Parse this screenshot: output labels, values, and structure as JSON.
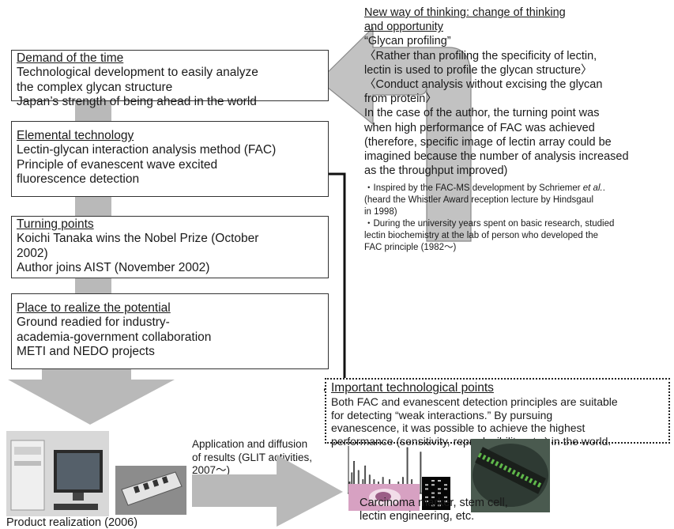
{
  "demand": {
    "title": "Demand of the time",
    "lines": [
      "Technological development to easily analyze",
      "the complex glycan structure",
      "Japan’s strength of being ahead in the world"
    ]
  },
  "elemental": {
    "title": "Elemental technology",
    "lines": [
      "Lectin-glycan interaction analysis method (FAC)",
      "Principle of evanescent wave excited",
      "fluorescence detection"
    ]
  },
  "turning": {
    "title": "Turning points",
    "lines": [
      "Koichi Tanaka wins the Nobel Prize (October",
      "2002)",
      "Author joins AIST (November 2002)"
    ]
  },
  "place": {
    "title": "Place to realize the potential",
    "lines": [
      "Ground readied for industry-",
      "academia-government collaboration",
      "METI and NEDO projects"
    ]
  },
  "new_way": {
    "title_lines": [
      "New way of thinking: change of thinking",
      "and opportunity"
    ],
    "lines": [
      "“Glycan profiling”",
      "〈Rather than profiling the specificity of lectin,",
      "lectin is used to profile the glycan structure〉",
      "〈Conduct analysis without excising the glycan",
      "from protein〉",
      "In the case of the author, the turning point was",
      "when high performance of FAC was achieved",
      "(therefore, specific image of lectin array could be",
      "imagined because the number of analysis increased",
      "as the throughput improved)"
    ],
    "notes": [
      "・Inspired by the FAC-MS development by Schriemer",
      "et al.",
      ".",
      "(heard the Whistler Award reception lecture by Hindsgaul",
      "in 1998)",
      "・During the university years spent on basic research, studied",
      "lectin biochemistry at the lab of person who developed the",
      "FAC principle (1982～)"
    ]
  },
  "important": {
    "title": "Important technological points",
    "lines": [
      "Both FAC and evanescent detection principles are suitable",
      "for detecting “weak interactions.” By pursuing",
      "evanescence, it was possible to achieve the highest",
      "performance (sensitivity, reproducibility, etc.) in the world."
    ]
  },
  "application": {
    "lines": [
      "Application and diffusion",
      "of results (GLIT activities,",
      "2007～)"
    ]
  },
  "product_caption": "Product realization (2006)",
  "results_caption": [
    "Carcinoma marker, stem cell,",
    "lectin engineering, etc."
  ],
  "bar_chart": {
    "values": [
      0.25,
      0.45,
      0.7,
      0.2,
      0.5,
      0.15,
      0.3,
      0.6,
      0.2,
      0.4,
      0.15,
      0.3,
      0.2,
      0.25,
      0.1,
      0.35,
      0.2,
      0.15,
      0.3,
      0.1,
      0.2,
      0.15,
      0.25,
      0.1,
      0.35,
      0.2,
      1.0,
      0.15,
      0.3,
      0.1,
      0.2,
      0.15,
      0.9,
      0.1,
      0.2,
      0.3,
      0.1,
      0.15,
      0.2,
      0.1,
      0.15,
      0.2
    ]
  },
  "colors": {
    "arrow_gray": "#b9b9b9",
    "border": "#333333",
    "text": "#1a1a1a"
  }
}
